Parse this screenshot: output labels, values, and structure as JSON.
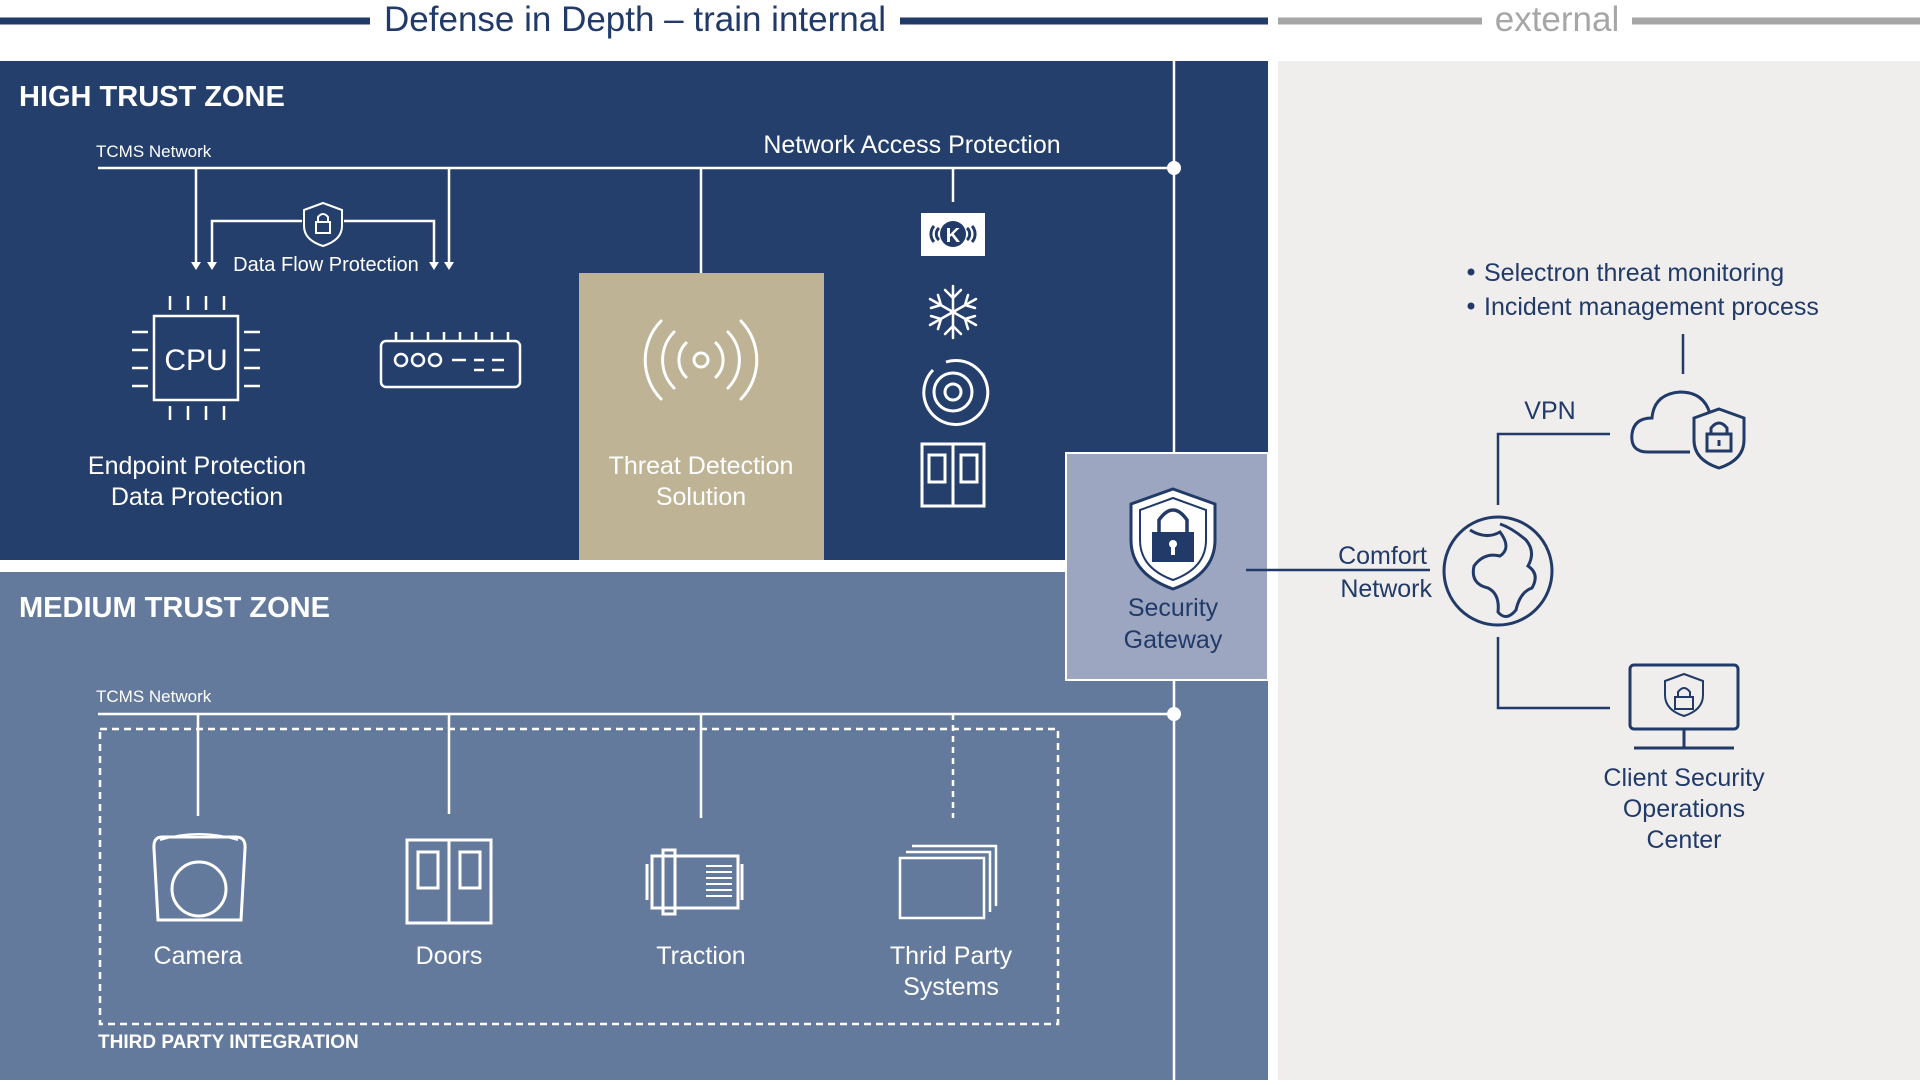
{
  "header": {
    "internal_title": "Defense in Depth – train internal",
    "external_title": "external"
  },
  "high_zone": {
    "title": "HIGH TRUST ZONE",
    "network_label": "TCMS Network",
    "network_access": "Network Access Protection",
    "data_flow": "Data Flow Protection",
    "cpu_text": "CPU",
    "endpoint_line1": "Endpoint Protection",
    "endpoint_line2": "Data Protection",
    "threat_line1": "Threat Detection",
    "threat_line2": "Solution"
  },
  "medium_zone": {
    "title": "MEDIUM TRUST ZONE",
    "network_label": "TCMS Network",
    "integration_label": "THIRD PARTY INTEGRATION",
    "camera": "Camera",
    "doors": "Doors",
    "traction": "Traction",
    "third_party_line1": "Thrid Party",
    "third_party_line2": "Systems"
  },
  "gateway": {
    "line1": "Security",
    "line2": "Gateway"
  },
  "external": {
    "bullet1": "Selectron threat monitoring",
    "bullet2": "Incident management process",
    "vpn": "VPN",
    "comfort_line1": "Comfort",
    "comfort_line2": "Network",
    "soc_line1": "Client Security",
    "soc_line2": "Operations",
    "soc_line3": "Center"
  },
  "icons": {
    "knorr_letter": "K"
  },
  "colors": {
    "high_zone": "#253f6d",
    "medium_zone": "#647a9c",
    "threat_box": "#bfb396",
    "gateway_box": "#9ca6c0",
    "external_bg": "#efeeec",
    "dark_navy": "#213a68",
    "grey_line": "#a6a6a6"
  }
}
